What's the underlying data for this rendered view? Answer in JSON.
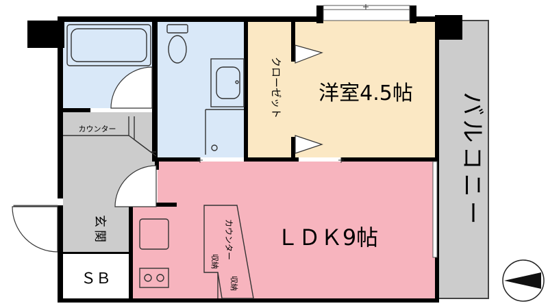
{
  "rooms": {
    "western_room": "洋室4.5帖",
    "closet": "クローゼット",
    "balcony": "バルコニー",
    "ldk": "ＬＤＫ9帖",
    "entrance": "玄関",
    "shoe_box": "ＳＢ",
    "counter_top": "カウンター",
    "counter_kitchen": "カウンター",
    "storage_1": "収納",
    "storage_2": "収納"
  },
  "colors": {
    "wall": "#000000",
    "bath": "#d9e8f8",
    "washroom": "#d9e8f8",
    "closet": "#fbe8c4",
    "western_room": "#fbe8c4",
    "ldk": "#f7b4be",
    "entrance": "#cccccc",
    "balcony": "#cccccc",
    "window": "#ffffff"
  },
  "icons": [
    "bathtub-icon",
    "toilet-icon",
    "washbasin-icon",
    "sink-icon",
    "stove-icon",
    "north-arrow-icon"
  ]
}
